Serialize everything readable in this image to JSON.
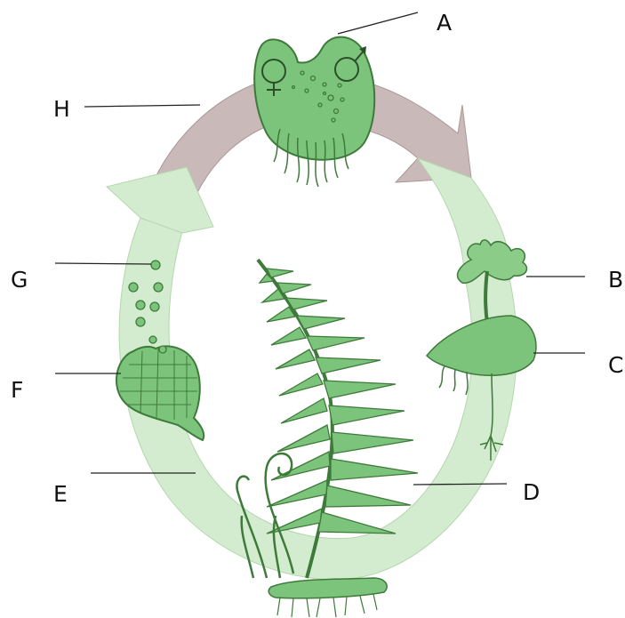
{
  "labels": {
    "a": "A",
    "b": "B",
    "c": "C",
    "d": "D",
    "e": "E",
    "f": "F",
    "g": "G",
    "h": "H"
  },
  "symbols": {
    "female": "♀",
    "male": "♂"
  },
  "colors": {
    "ring_light": "#cfe8c8",
    "ring_gray": "#c9b9b9",
    "plant_green": "#7cc47c",
    "plant_dark": "#3e7a3a",
    "leader_line": "#222222"
  }
}
